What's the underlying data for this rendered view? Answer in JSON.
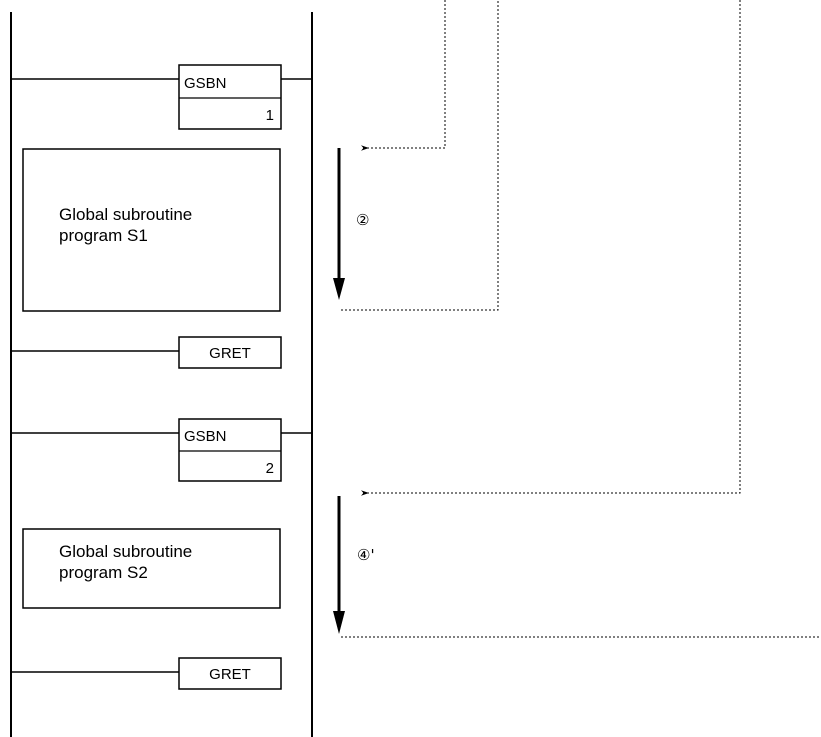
{
  "blocks": {
    "gsbn_1": {
      "instruction": "GSBN",
      "operand": "1"
    },
    "subroutine_s1": {
      "line1": "Global subroutine",
      "line2": "program S1"
    },
    "gret_1": {
      "instruction": "GRET"
    },
    "gsbn_2": {
      "instruction": "GSBN",
      "operand": "2"
    },
    "subroutine_s2": {
      "line1": "Global subroutine",
      "line2": "program S2"
    },
    "gret_2": {
      "instruction": "GRET"
    }
  },
  "steps": {
    "step_2": "②",
    "step_4": "④'"
  },
  "colors": {
    "line": "#000000",
    "background": "#ffffff"
  }
}
